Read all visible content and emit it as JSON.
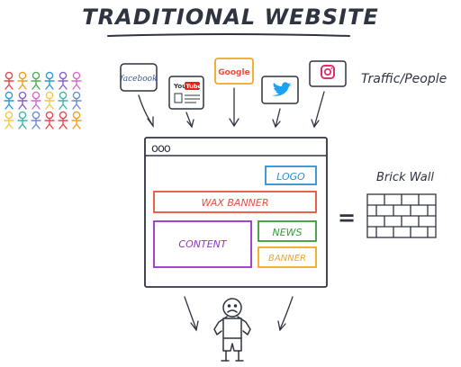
{
  "title": "TRADITIONAL WEBSITE",
  "traffic_label": "Traffic/People",
  "brick_wall_label": "Brick Wall",
  "equals_sign": "=",
  "browser_dots": "ooo",
  "website": {
    "logo": "LOGO",
    "wax_banner": "WAX BANNER",
    "content": "CONTENT",
    "news": "NEWS",
    "banner": "BANNER"
  },
  "social": {
    "facebook": "facebook",
    "youtube_you": "You",
    "youtube_tube": "Tube",
    "google": "Google"
  },
  "people": {
    "colors": [
      "#e5484d",
      "#3fb6ad",
      "#8a5fd0",
      "#f0a020",
      "#6c8cd5",
      "#d86ad0",
      "#4caf50",
      "#e5484d",
      "#f2c94c",
      "#2d9cdb"
    ]
  },
  "colors": {
    "ink": "#2e3440",
    "logo": "#2d8fd5",
    "wax_banner": "#e8503a",
    "content": "#9b30c9",
    "news": "#3a9b3a",
    "banner": "#f0a81e",
    "facebook": "#3b5998",
    "youtube": "#e62117",
    "twitter": "#1da1f2",
    "instagram": "#e1306c"
  }
}
